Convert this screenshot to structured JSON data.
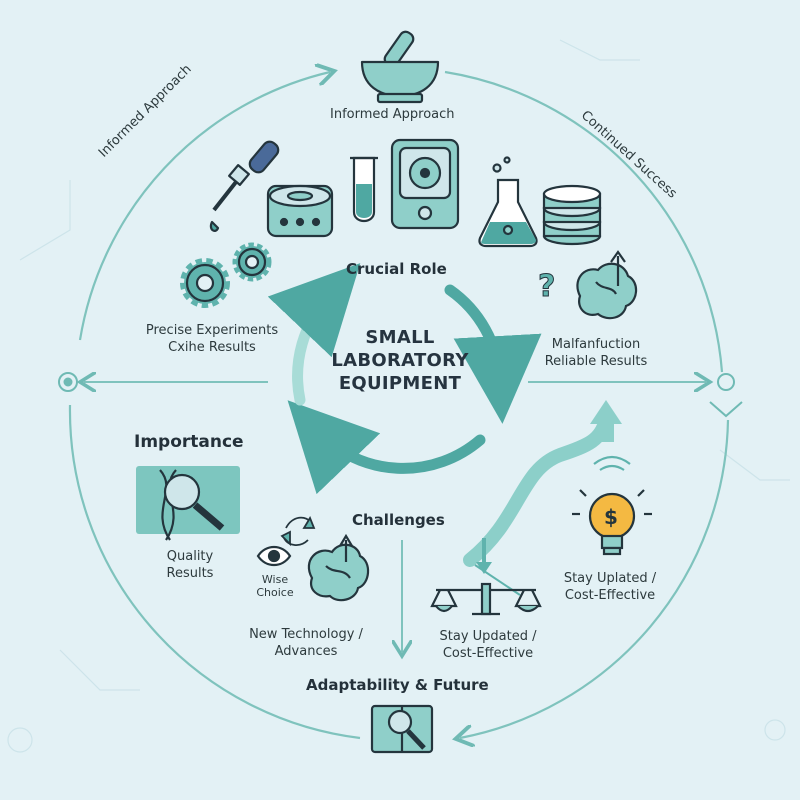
{
  "diagram": {
    "center": {
      "line1": "SMALL",
      "line2": "LABORATORY",
      "line3": "EQUIPMENT",
      "ring_label": "Crucial Role"
    },
    "cycle_labels": {
      "top_left": "Informed Approach",
      "top": "Informed Approach",
      "top_right": "Continued Success"
    },
    "nodes": {
      "left_top": {
        "line1": "Precise Experiments",
        "line2": "Cxihe Results"
      },
      "right_top": {
        "line1": "Malfanfuction",
        "line2": "Reliable Results"
      },
      "importance": {
        "heading": "Importance",
        "line1": "Quality",
        "line2": "Results"
      },
      "wise_choice": {
        "line1": "Wise",
        "line2": "Choice"
      },
      "challenges": {
        "heading": "Challenges"
      },
      "new_tech": {
        "line1": "New Technology /",
        "line2": "Advances"
      },
      "stay_updated_mid": {
        "line1": "Stay Updated /",
        "line2": "Cost-Effective"
      },
      "stay_updated_right": {
        "line1": "Stay Uplated /",
        "line2": "Cost-Effective"
      },
      "adaptability": {
        "heading": "Adaptability & Future"
      }
    },
    "icons": [
      "mortar-pestle-icon",
      "dropper-icon",
      "centrifuge-icon",
      "test-tube-icon",
      "incubator-icon",
      "flask-icon",
      "petri-stack-icon",
      "gears-icon",
      "question-brain-icon",
      "dna-magnifier-icon",
      "eye-icon",
      "recycle-icon",
      "brain-growth-icon",
      "balance-scale-icon",
      "lightbulb-dollar-icon",
      "book-magnifier-icon",
      "target-icon",
      "chevron-down-icon"
    ],
    "colors": {
      "background": "#e3f1f5",
      "teal": "#5fb3ad",
      "teal_light": "#9fd6d1",
      "icon_fill": "#8fcfc9",
      "outline": "#24353d",
      "accent_blue": "#4a6a99",
      "bulb": "#f4b942"
    }
  }
}
